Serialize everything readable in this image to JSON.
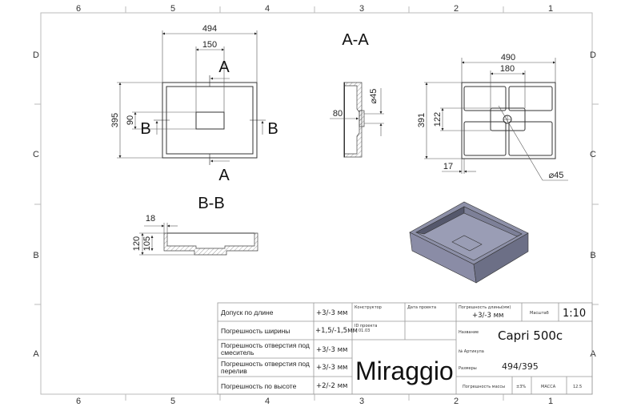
{
  "grid": {
    "columns": [
      "6",
      "5",
      "4",
      "3",
      "2",
      "1"
    ],
    "rows": [
      "D",
      "C",
      "B",
      "A"
    ]
  },
  "views": {
    "top": {
      "width": "494",
      "hole_width": "150",
      "height": "395",
      "hole_height": "90",
      "section_a": "A",
      "section_b": "B"
    },
    "section_aa": {
      "title": "A-A",
      "depth": "80",
      "diameter": "⌀45"
    },
    "section_bb": {
      "title": "B-B",
      "wall": "18",
      "height": "120",
      "inner_height": "105"
    },
    "bottom": {
      "width": "490",
      "center_width": "180",
      "height": "391",
      "center_height": "122",
      "offset": "17",
      "diameter": "⌀45"
    }
  },
  "title_block": {
    "tolerances": [
      {
        "label": "Допуск по длине",
        "value": "+3/-3 мм"
      },
      {
        "label": "Погрешность ширины",
        "value": "+1,5/-1,5мм"
      },
      {
        "label": "Погрешность отверстия под смеситель",
        "value": "+3/-3 мм"
      },
      {
        "label": "Погрешность отверстия под перелив",
        "value": "+3/-3 мм"
      },
      {
        "label": "Погрешность по высоте",
        "value": "+2/-2 мм"
      }
    ],
    "designer_label": "Конструктор",
    "date_label": "Дата проекта",
    "project_id_label": "ID проекта",
    "project_id": "01.03",
    "brand": "Miraggio",
    "length_tol_label": "Погрешность длины(мм)",
    "length_tol": "+3/-3 мм",
    "scale_label": "Масштаб",
    "scale": "1:10",
    "name_label": "Название",
    "name": "Capri 500c",
    "article_label": "№ Артикула",
    "size_label": "Размеры",
    "size": "494/395",
    "mass_tol_label": "Погрешность массы",
    "mass_tol": "±3%",
    "mass_label": "МАССА",
    "mass": "12.5"
  }
}
